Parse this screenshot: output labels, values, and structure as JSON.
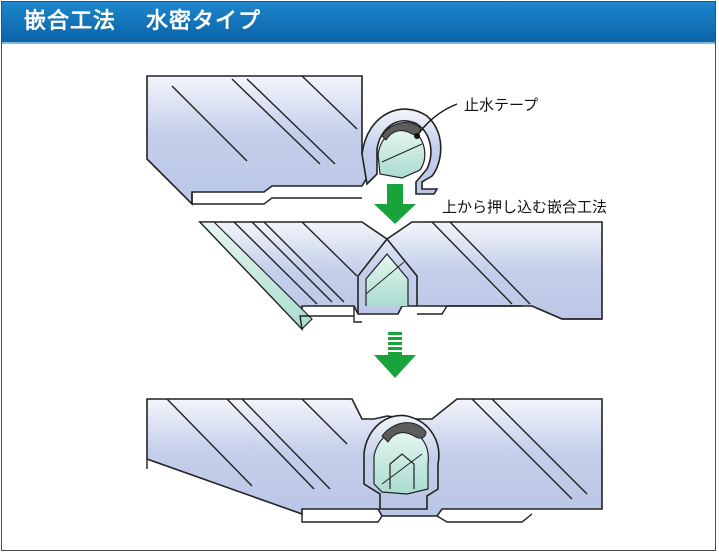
{
  "header": {
    "title": "嵌合工法",
    "subtitle": "水密タイプ"
  },
  "labels": {
    "tape": "止水テープ",
    "method": "上から押し込む嵌合工法"
  },
  "colors": {
    "header_bg": "#0b63a8",
    "panel_fill": "#c8d2ee",
    "seal_fill": "#b9e3d9",
    "arrow_green": "#18a33b",
    "tape_fill": "#5c5c5c"
  },
  "icons": [
    "arrow-down-icon",
    "arrow-down-striped-icon"
  ]
}
